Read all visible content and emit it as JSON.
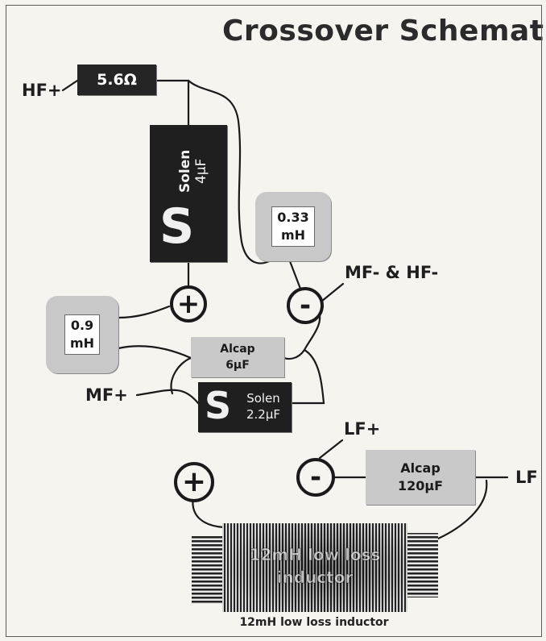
{
  "title": "Crossover Schematic",
  "terminals": {
    "hf_plus": "HF+",
    "mf_hf_minus": "MF- & HF-",
    "mf_plus": "MF+",
    "lf_plus": "LF+",
    "lf_minus": "LF"
  },
  "components": {
    "resistor": {
      "label": "5.6Ω"
    },
    "solen_cap_large": {
      "logo": "S",
      "brand": "Solen",
      "value": "4μF"
    },
    "inductor_033": {
      "line1": "0.33",
      "line2": "mH"
    },
    "inductor_09": {
      "line1": "0.9",
      "line2": "mH"
    },
    "alcap_6": {
      "brand": "Alcap",
      "value": "6μF"
    },
    "solen_cap_small": {
      "logo": "S",
      "brand": "Solen",
      "value": "2.2μF"
    },
    "alcap_120": {
      "brand": "Alcap",
      "value": "120μF"
    },
    "coil_12mh": {
      "overlay_line1": "12mH low loss",
      "overlay_line2": "inductor",
      "caption": "12mH low loss inductor"
    }
  },
  "polarity_markers": {
    "plus": "+",
    "minus": "-"
  },
  "colors": {
    "background": "#f6f4ee",
    "dark_component": "#1f1f1f",
    "light_component": "#c9c9c9",
    "wire": "#1a1a1a",
    "text": "#1e1e1e"
  }
}
